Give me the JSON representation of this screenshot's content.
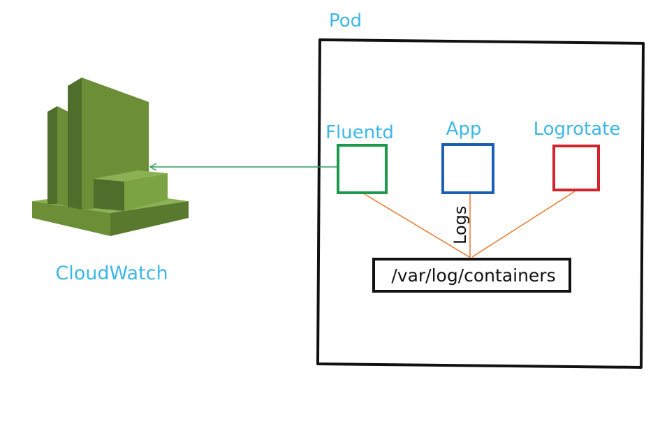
{
  "pod": {
    "label": "Pod"
  },
  "cloudwatch": {
    "label": "CloudWatch"
  },
  "containers": [
    {
      "key": "fluentd",
      "label": "Fluentd",
      "color": "#1a9a4a"
    },
    {
      "key": "app",
      "label": "App",
      "color": "#1a5fb4"
    },
    {
      "key": "logrotate",
      "label": "Logrotate",
      "color": "#d3242c"
    }
  ],
  "log_path": {
    "label": "/var/log/containers"
  },
  "logs_edge": {
    "label": "Logs"
  },
  "colors": {
    "label_text": "#3cb7e6",
    "box_stroke": "#111111",
    "connector": "#e8792a",
    "arrow": "#2e9a5a",
    "cw_dark": "#4f6e2c",
    "cw_mid": "#6b8e37",
    "cw_light": "#8cb155",
    "cw_front": "#7ba344"
  }
}
